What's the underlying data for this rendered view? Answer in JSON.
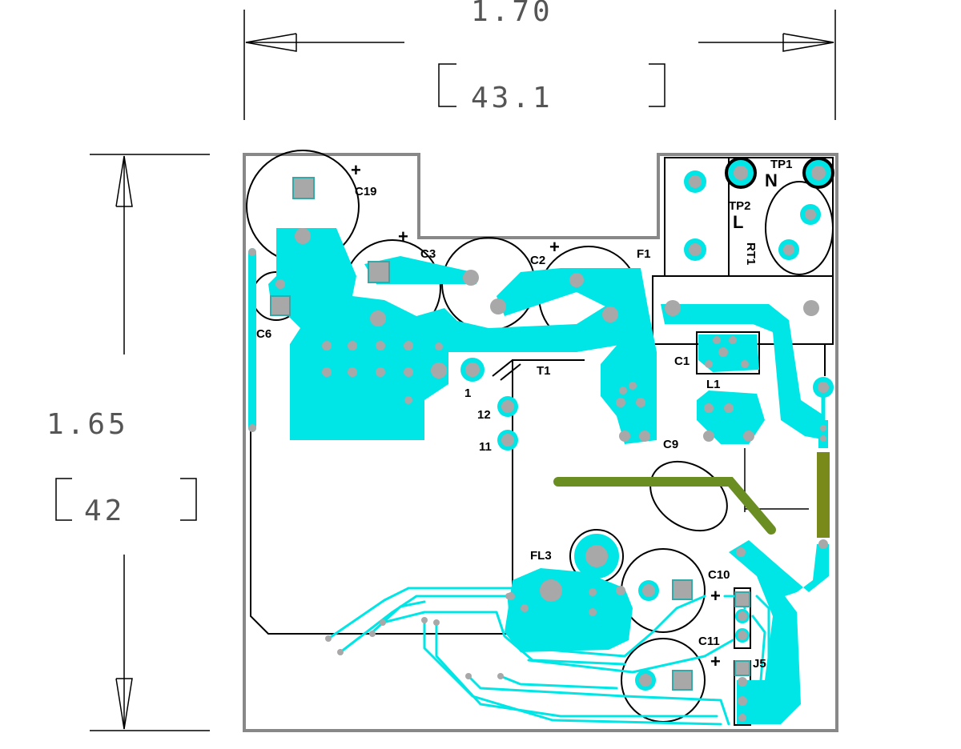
{
  "dimensions": {
    "width_in": "1.70",
    "width_mm": "43.1",
    "height_in": "1.65",
    "height_mm": "42"
  },
  "components": {
    "c19": "C19",
    "c3": "C3",
    "c2": "C2",
    "f1": "F1",
    "c6": "C6",
    "tp1": "TP1",
    "tp2": "TP2",
    "n": "N",
    "l": "L",
    "rt1": "RT1",
    "c1": "C1",
    "l1": "L1",
    "t1": "T1",
    "pin1": "1",
    "pin12": "12",
    "pin11": "11",
    "c9": "C9",
    "fl3": "FL3",
    "c10": "C10",
    "c11": "C11",
    "j5": "J5",
    "plus": "+"
  },
  "colors": {
    "copper_top": "#00e5e5",
    "pad": "#a8a8a8",
    "olive_trace": "#6b8e23",
    "board_edge": "#888888",
    "silkscreen": "#000000"
  }
}
